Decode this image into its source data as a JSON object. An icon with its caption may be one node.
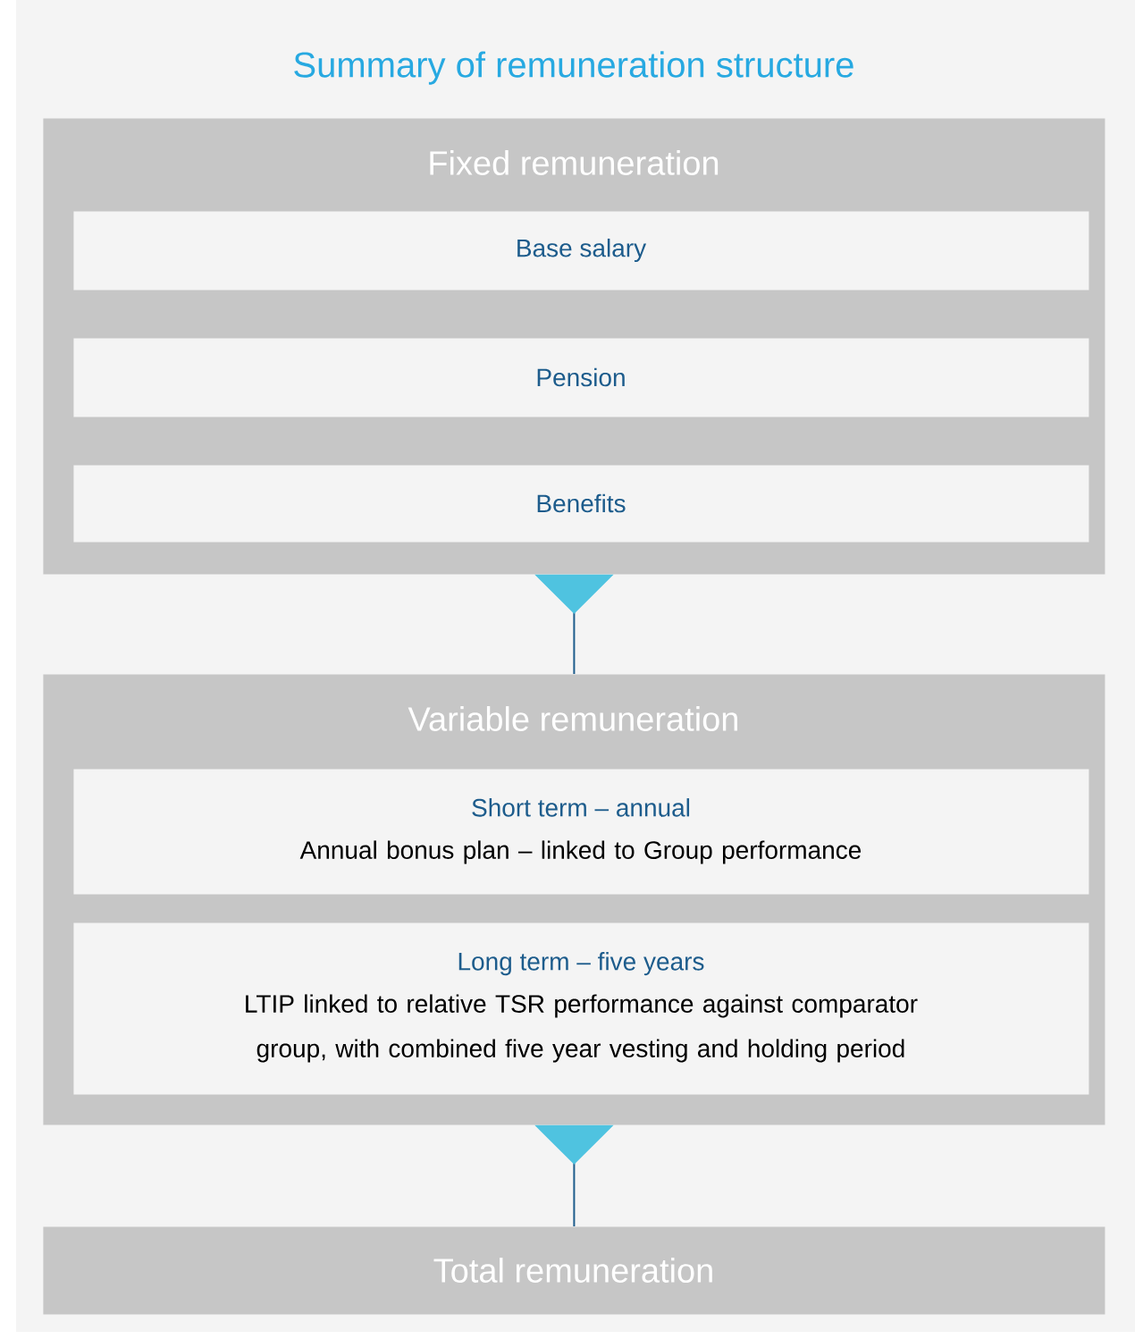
{
  "diagram": {
    "title": "Summary of remuneration structure",
    "nodes": [
      {
        "text": [
          "Fixed remuneration"
        ]
      },
      {
        "text": [
          "Base salary"
        ],
        "in": 0
      },
      {
        "text": [
          "Pension"
        ],
        "in": 0
      },
      {
        "text": [
          "Benefits"
        ],
        "in": 0
      },
      {
        "text": [
          "Variable remuneration"
        ]
      },
      {
        "text": [
          "Short term – annual",
          "Annual bonus plan – linked to Group performance"
        ],
        "in": 4
      },
      {
        "text": [
          "Long term – five years",
          "LTIP linked to relative TSR performance against comparator group, with combined five year vesting and holding period"
        ],
        "in": 4
      },
      {
        "text": [
          "Total remuneration"
        ]
      }
    ],
    "edges": [
      {
        "from": 0,
        "to": 4,
        "arrow": "to"
      },
      {
        "from": 4,
        "to": 7,
        "arrow": "to"
      }
    ]
  }
}
